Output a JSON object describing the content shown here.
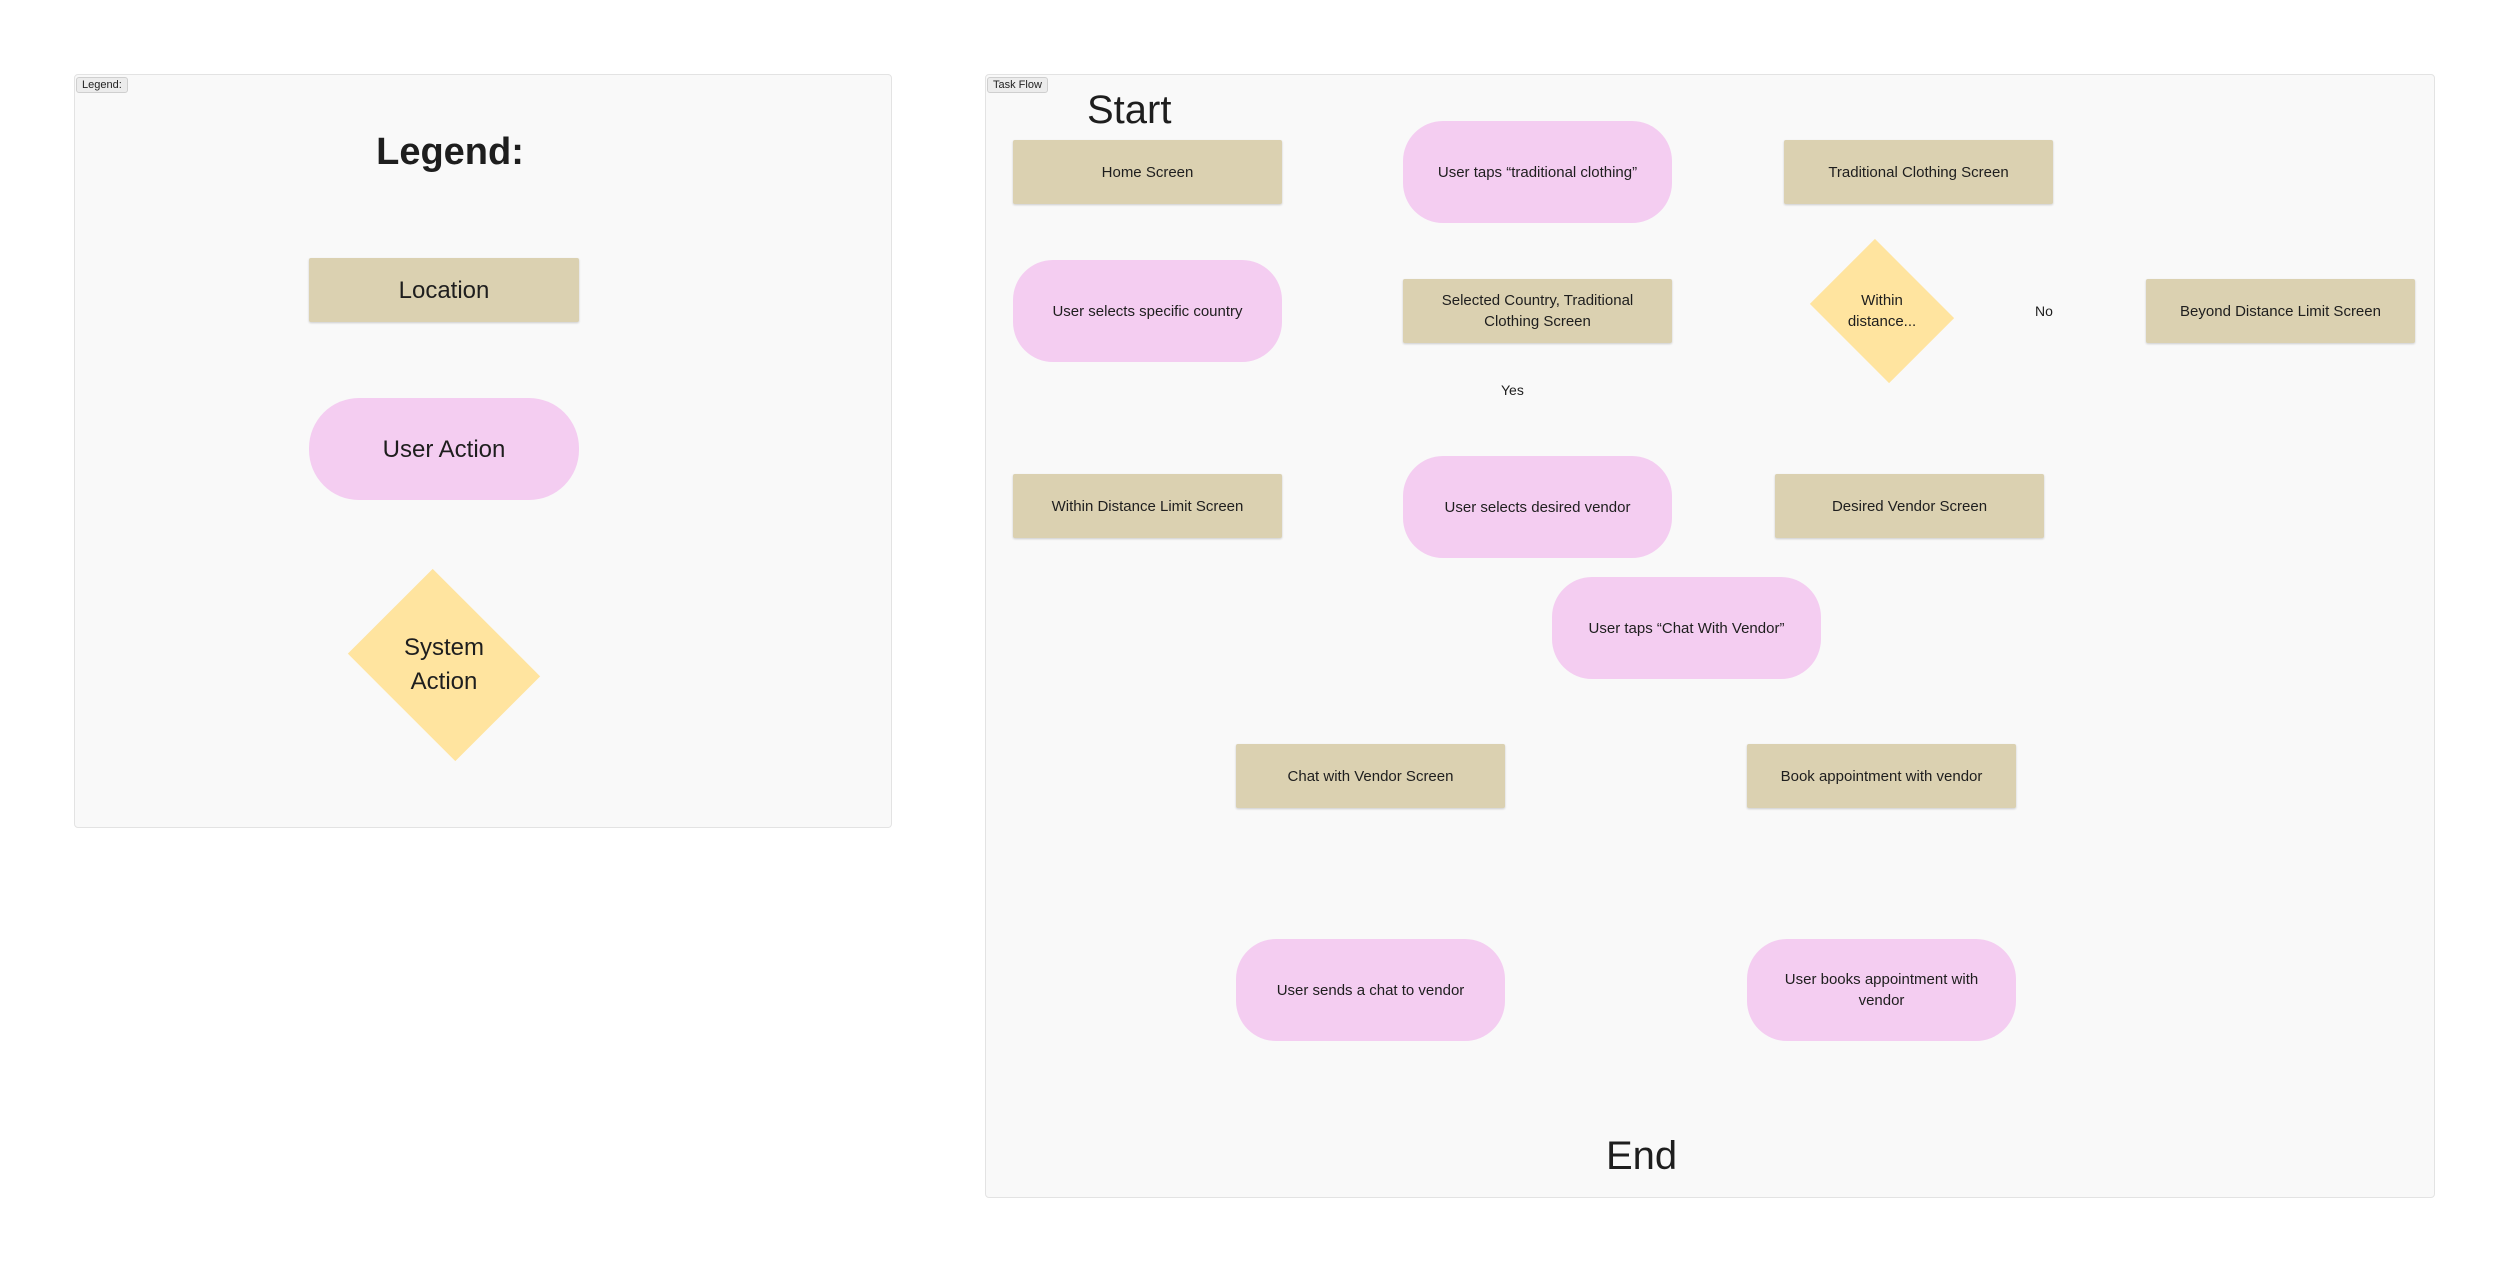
{
  "colors": {
    "location": "#dbd1b1",
    "user_action": "#f4cdf1",
    "system_action": "#ffe49f",
    "frame_bg": "#f9f9f9",
    "connector": "#a8a8a8"
  },
  "legend_frame": {
    "tag": "Legend:",
    "title": "Legend:",
    "location_label": "Location",
    "user_action_label": "User Action",
    "system_action_label": "System Action"
  },
  "task_flow": {
    "tag": "Task Flow",
    "start": "Start",
    "end": "End",
    "nodes": {
      "home_screen": "Home Screen",
      "taps_traditional": "User taps “traditional clothing”",
      "traditional_screen": "Traditional Clothing Screen",
      "selects_country": "User selects specific country",
      "selected_country_screen": "Selected Country, Traditional Clothing Screen",
      "within_distance": "Within distance...",
      "beyond_limit_screen": "Beyond Distance Limit Screen",
      "within_limit_screen": "Within Distance Limit Screen",
      "selects_vendor": "User selects desired vendor",
      "desired_vendor_screen": "Desired Vendor Screen",
      "taps_chat": "User taps “Chat With Vendor”",
      "chat_screen": "Chat with Vendor Screen",
      "book_appointment": "Book appointment with vendor",
      "sends_chat": "User sends a chat to vendor",
      "books_appointment": "User books appointment with vendor"
    },
    "edge_labels": {
      "no": "No",
      "yes": "Yes"
    }
  }
}
